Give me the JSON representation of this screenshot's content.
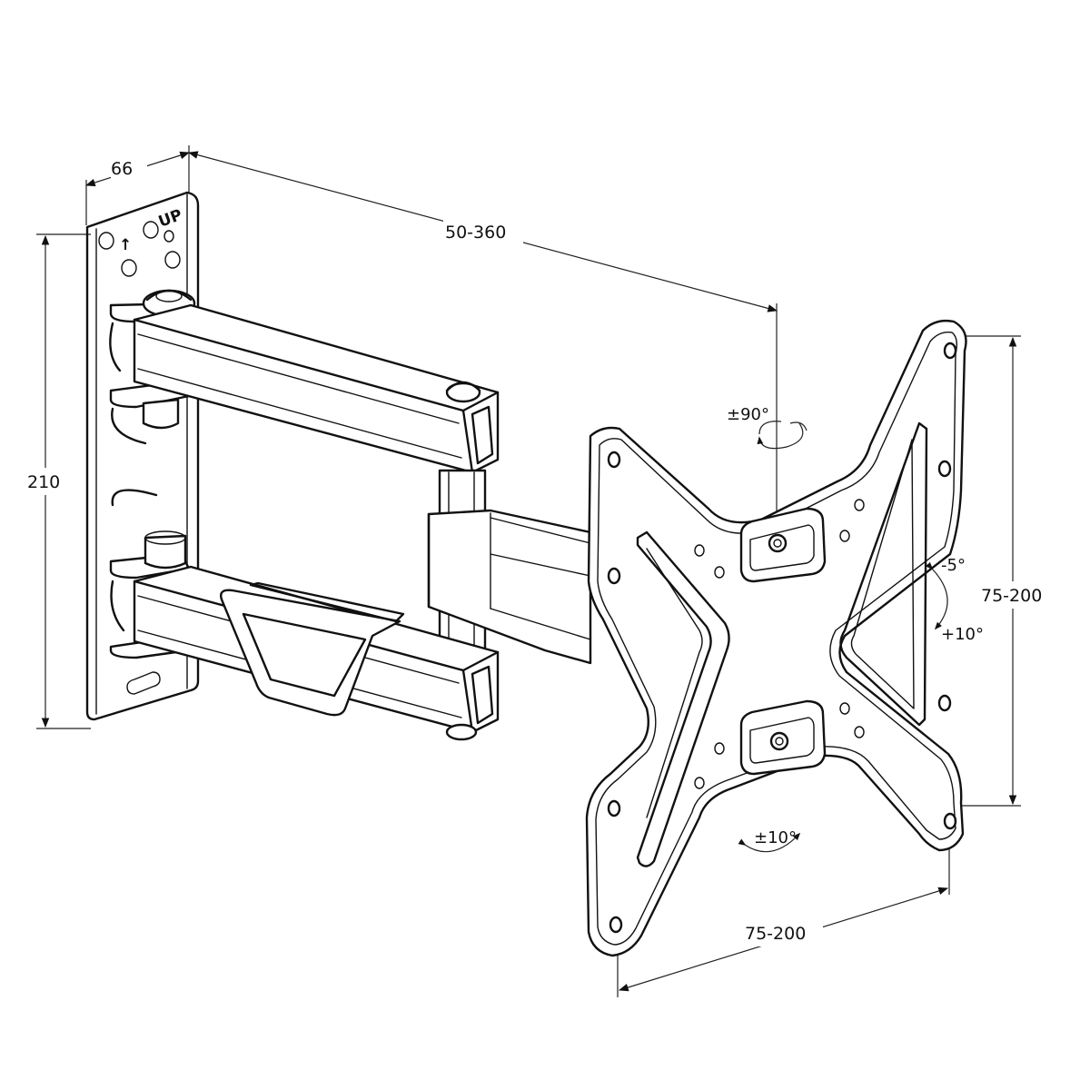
{
  "dimensions": {
    "plate_depth": "66",
    "arm_extension": "50-360",
    "wall_plate_height": "210",
    "vesa_vertical": "75-200",
    "vesa_horizontal": "75-200"
  },
  "angles": {
    "swivel": "±90°",
    "tilt_up": "-5°",
    "tilt_down": "+10°",
    "rotation": "±10°"
  },
  "wall_plate": {
    "up_label": "UP",
    "up_arrow": "↑"
  },
  "icons": {
    "up": "arrow-up-icon",
    "rotation": "rotation-arrow-icon"
  },
  "colors": {
    "line": "#111111",
    "background": "#ffffff"
  }
}
